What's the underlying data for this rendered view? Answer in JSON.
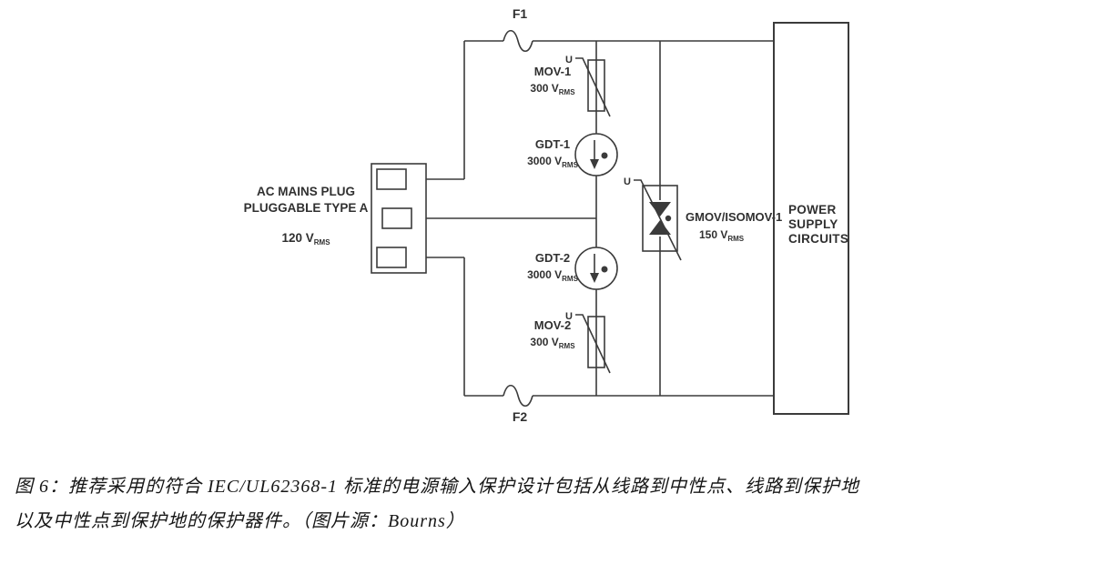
{
  "diagram": {
    "plug": {
      "title_line1": "AC MAINS PLUG",
      "title_line2": "PLUGGABLE TYPE A",
      "voltage": "120 V",
      "voltage_sub": "RMS"
    },
    "fuses": {
      "f1": "F1",
      "f2": "F2"
    },
    "u_label": "U",
    "rms_sub": "RMS",
    "components": {
      "mov1": {
        "name": "MOV-1",
        "rating": "300 V"
      },
      "gdt1": {
        "name": "GDT-1",
        "rating": "3000 V"
      },
      "gdt2": {
        "name": "GDT-2",
        "rating": "3000 V"
      },
      "mov2": {
        "name": "MOV-2",
        "rating": "300 V"
      },
      "gmov": {
        "name": "GMOV/ISOMOV-1",
        "rating": "150 V"
      }
    },
    "power_supply": {
      "line1": "POWER",
      "line2": "SUPPLY",
      "line3": "CIRCUITS"
    },
    "colors": {
      "line": "#3b3b3b",
      "text": "#303030",
      "background": "#ffffff"
    }
  },
  "caption": {
    "line1": "图 6：推荐采用的符合 IEC/UL62368-1 标准的电源输入保护设计包括从线路到中性点、线路到保护地",
    "line2": "以及中性点到保护地的保护器件。（图片源：Bourns）"
  }
}
